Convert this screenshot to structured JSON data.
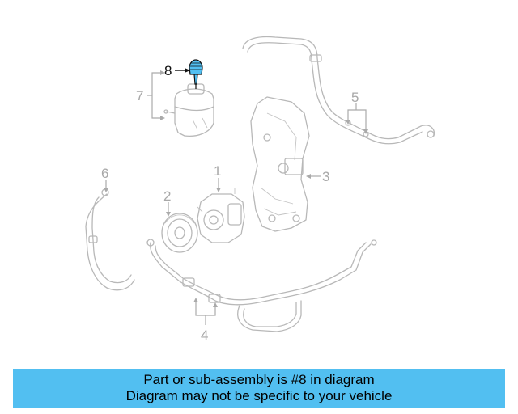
{
  "callouts": {
    "c1": "1",
    "c2": "2",
    "c3": "3",
    "c4": "4",
    "c5": "5",
    "c6": "6",
    "c7": "7",
    "c8": "8"
  },
  "highlight_color": "#52bff1",
  "banner": {
    "line1": "Part or sub-assembly is #8 in diagram",
    "line2": "Diagram may not be specific to your vehicle"
  }
}
